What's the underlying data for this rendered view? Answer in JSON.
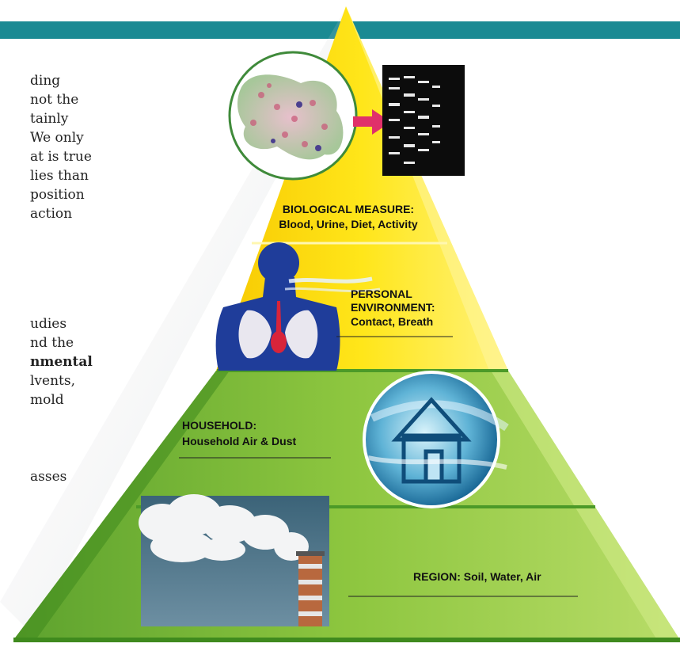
{
  "left_text": {
    "lines": [
      "ding",
      "not the",
      "tainly",
      "We only",
      "at is true",
      "lies than",
      "position",
      "action",
      "",
      "udies",
      "nd the",
      "nmental",
      "lvents,",
      "mold",
      "",
      "asses"
    ],
    "bold_line_index": 11
  },
  "pyramid": {
    "levels": [
      {
        "title": "BIOLOGICAL MEASURE:",
        "subtitle": "Blood, Urine, Diet, Activity"
      },
      {
        "title": "PERSONAL",
        "title2": "ENVIRONMENT:",
        "subtitle": "Contact, Breath"
      },
      {
        "title": "HOUSEHOLD:",
        "subtitle": "Household Air & Dust"
      },
      {
        "title": "REGION:  Soil, Water, Air"
      }
    ]
  },
  "colors": {
    "header_bar": "#1a8a93",
    "yellow_tier": "#ffe21a",
    "green_tier": "#8dc63f",
    "arrow": "#e0306a"
  }
}
